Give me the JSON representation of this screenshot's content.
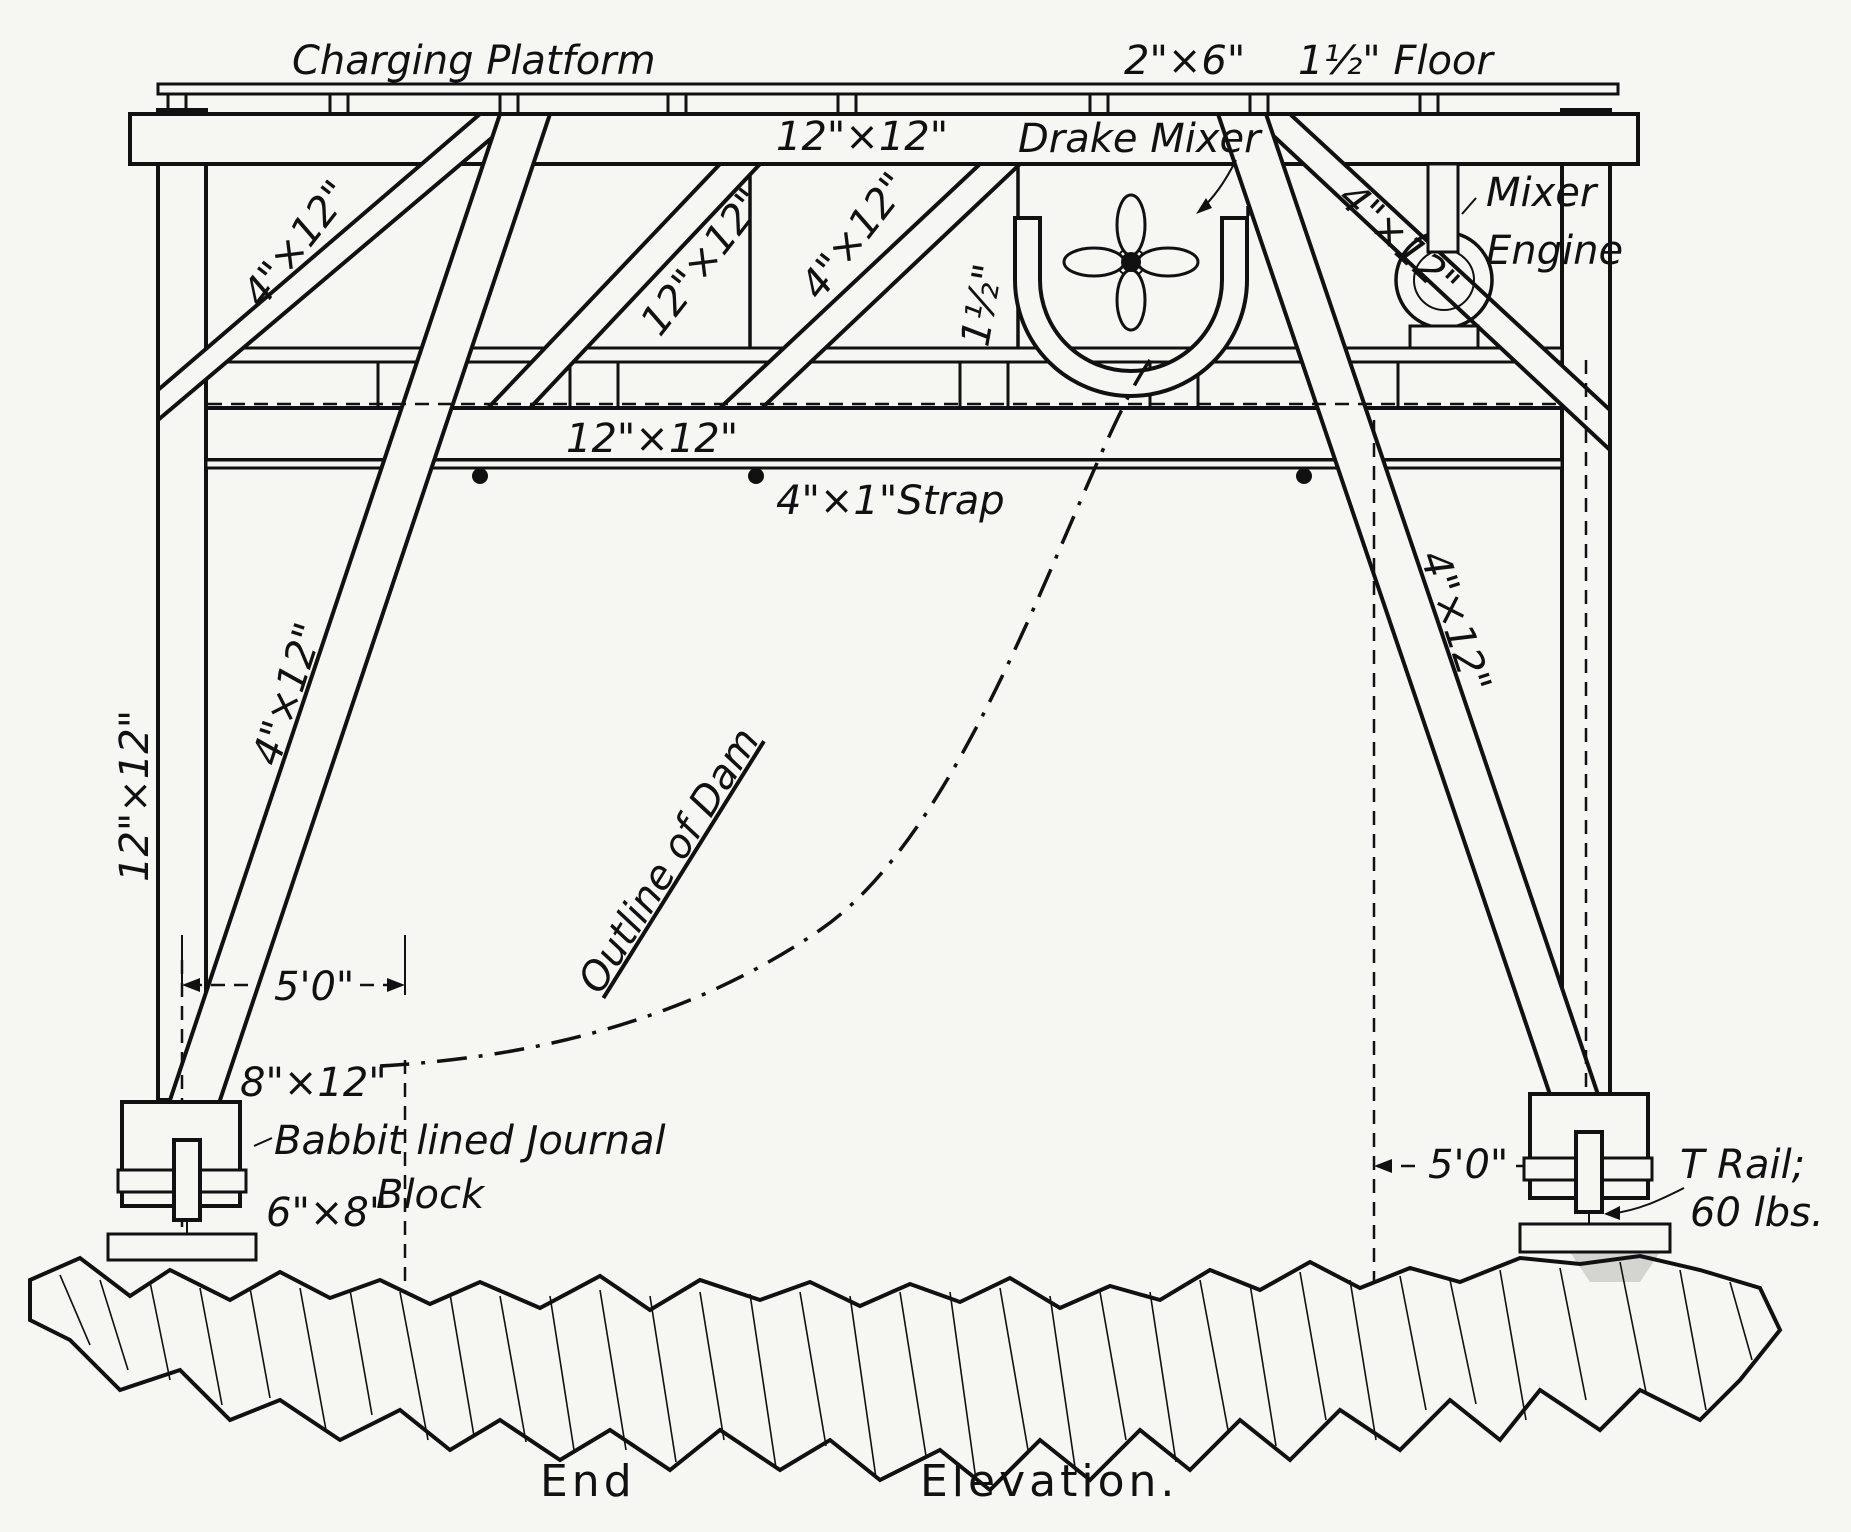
{
  "labels": {
    "charging_platform": "Charging Platform",
    "plank_size": "2\"×6\"",
    "floor": "1½\" Floor",
    "top_beam": "12\"×12\"",
    "drake_mixer": "Drake Mixer",
    "mixer_engine_line1": "Mixer",
    "mixer_engine_line2": "Engine",
    "brace_left_upper": "4\"×12\"",
    "brace_middle_upper": "4\"×12\"",
    "brace_right_upper": "4\"×12\"",
    "post_upper": "12\"×12\"",
    "mixer_gap": "1½\"",
    "middle_beam": "12\"×12\"",
    "strap": "4\"×1\"Strap",
    "brace_left_lower": "4\"×12\"",
    "brace_right_lower": "4\"×12\"",
    "post_left": "12\"×12\"",
    "dim_left": "5'0\"",
    "dim_right": "5'0\"",
    "outline_dam": "Outline of Dam",
    "sill": "8\"×12\"",
    "journal_line1": "Babbit lined Journal",
    "journal_line2": "Block",
    "base_block": "6\"×8\"",
    "rail_line1": "T Rail;",
    "rail_line2": "60 lbs.",
    "caption_left": "End",
    "caption_right": "Elevation."
  },
  "colors": {
    "ink": "#111111",
    "paper": "#f6f6f3"
  }
}
